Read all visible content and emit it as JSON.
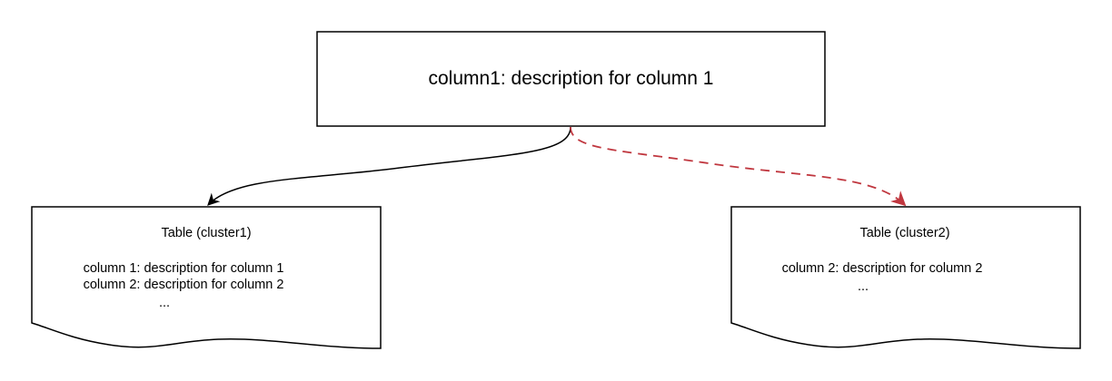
{
  "source_box": {
    "label": "column1: description for column 1"
  },
  "documents": [
    {
      "title": "Table (cluster1)",
      "lines": [
        "column 1: description for column 1",
        "column 2: description for column 2",
        "..."
      ]
    },
    {
      "title": "Table (cluster2)",
      "lines": [
        "column 2: description for column 2",
        "..."
      ]
    }
  ],
  "colors": {
    "stroke": "#000000",
    "dashed_arrow": "#c0373f",
    "background": "#ffffff"
  }
}
